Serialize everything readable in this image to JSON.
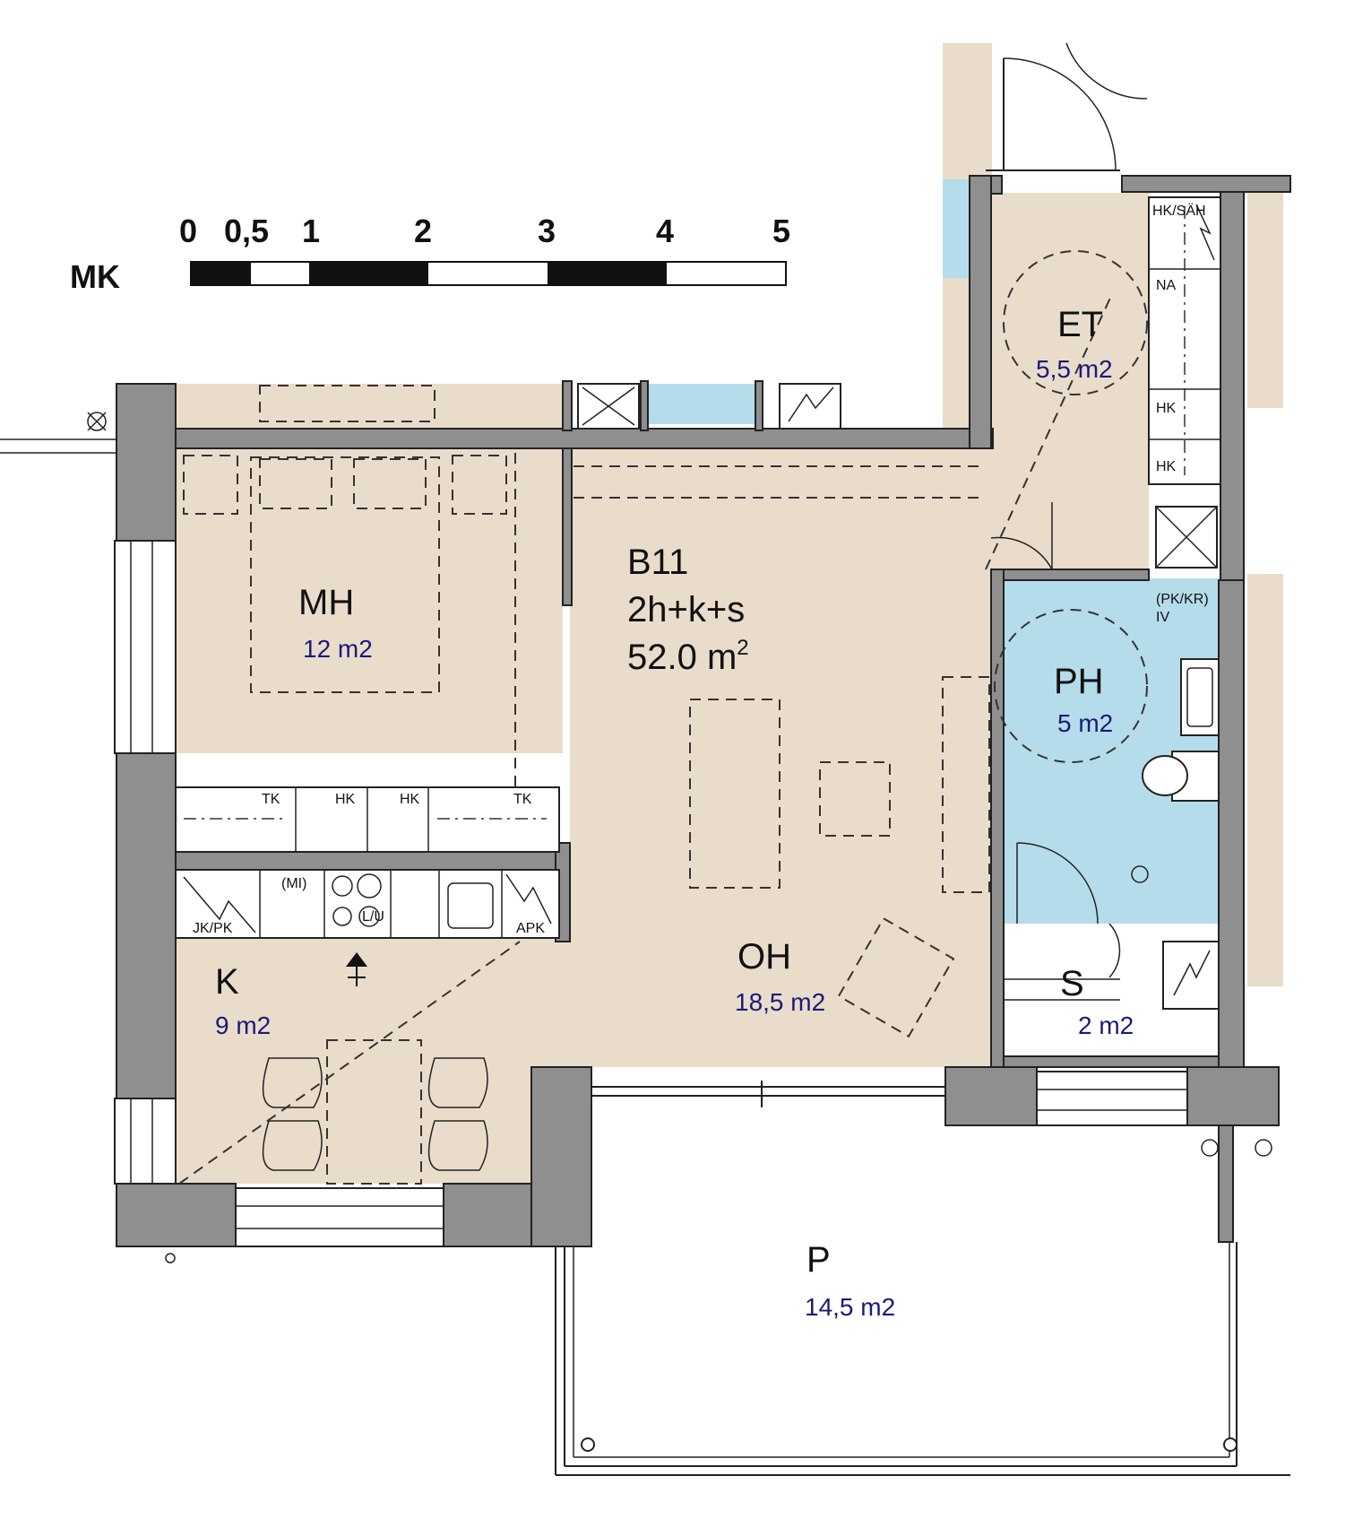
{
  "scale": {
    "label": "MK",
    "ticks": [
      "0",
      "0,5",
      "1",
      "2",
      "3",
      "4",
      "5"
    ]
  },
  "apartment": {
    "code": "B11",
    "type": "2h+k+s",
    "area": "52.0 m",
    "area_sup": "2"
  },
  "rooms": {
    "mh": {
      "name": "MH",
      "area": "12 m2"
    },
    "et": {
      "name": "ET",
      "area": "5,5 m2"
    },
    "ph": {
      "name": "PH",
      "area": "5 m2"
    },
    "s": {
      "name": "S",
      "area": "2 m2"
    },
    "oh": {
      "name": "OH",
      "area": "18,5 m2"
    },
    "k": {
      "name": "K",
      "area": "9 m2"
    },
    "p": {
      "name": "P",
      "area": "14,5 m2"
    }
  },
  "fixtures": {
    "hk_sah": "HK/SÄH",
    "na": "NA",
    "hk1": "HK",
    "hk2": "HK",
    "pk_kr": "(PK/KR)",
    "iv": "IV",
    "tk1": "TK",
    "hk3": "HK",
    "hk4": "HK",
    "tk2": "TK",
    "mi": "(MI)",
    "lu": "L/U",
    "jk_pk": "JK/PK",
    "apk": "APK"
  },
  "colors": {
    "floor": "#eadccb",
    "wet": "#b5dcea",
    "wall": "#8f8f8f"
  }
}
